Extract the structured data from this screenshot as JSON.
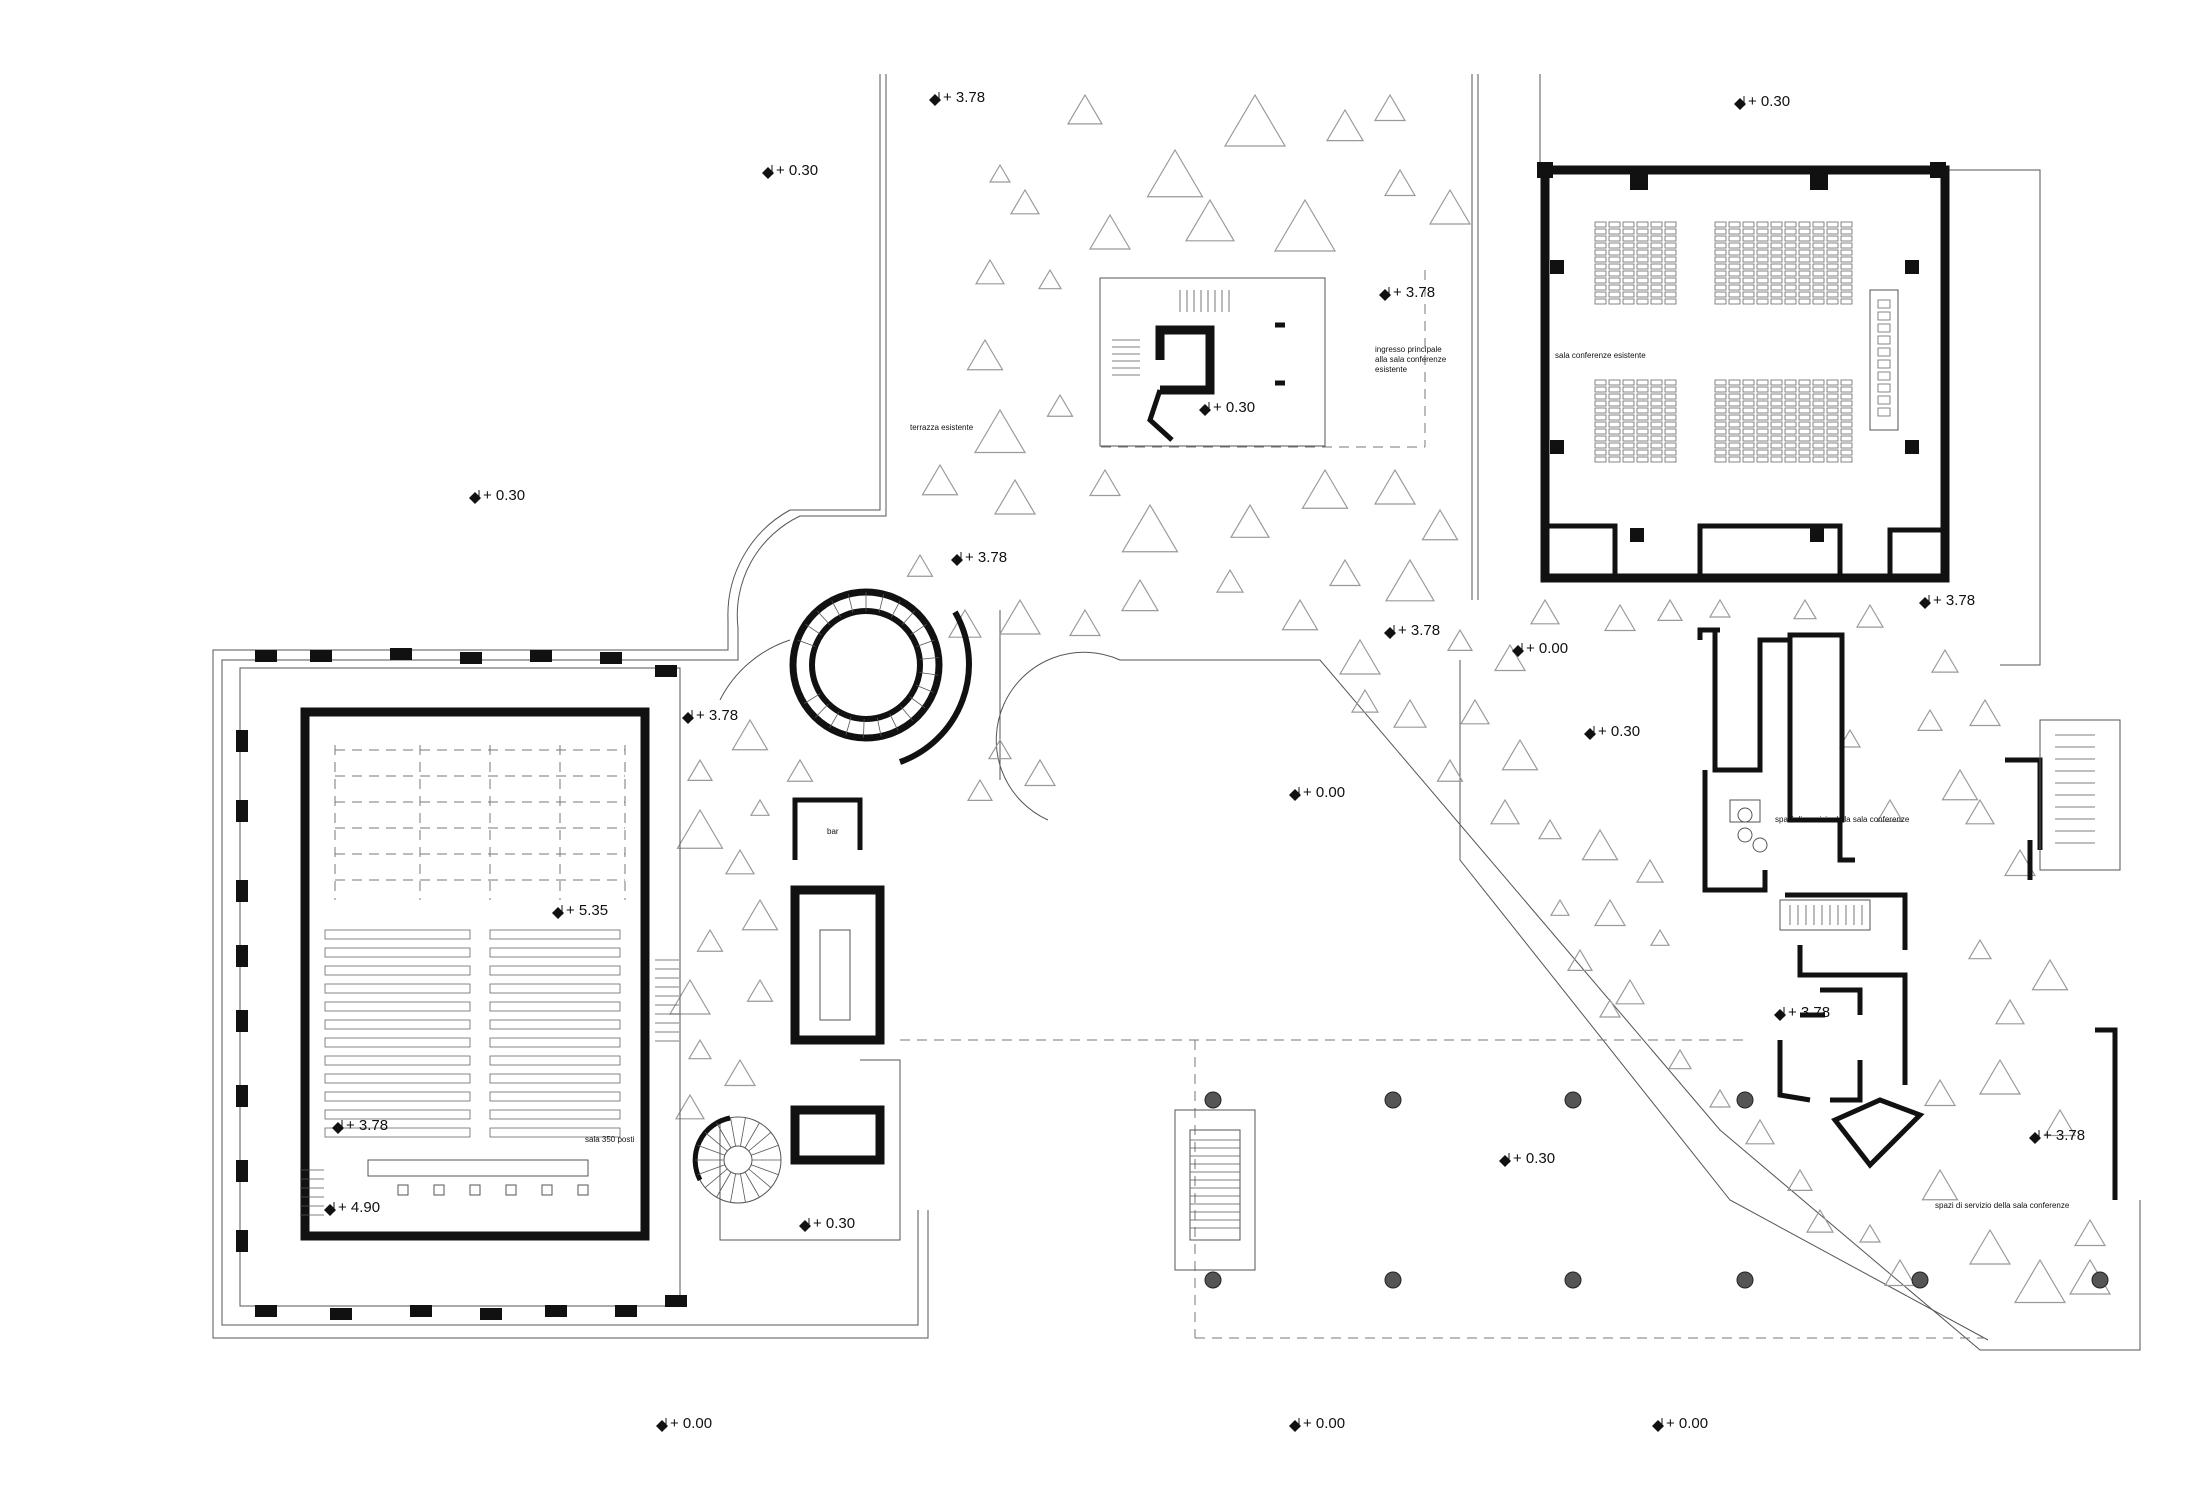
{
  "plan": {
    "level_marks": [
      "+ 3.78",
      "+ 0.30",
      "+ 0.30",
      "+ 3.78",
      "+ 0.30",
      "+ 0.30",
      "+ 3.78",
      "+ 3.78",
      "+ 3.78",
      "+ 3.78",
      "+ 0.00",
      "+ 0.30",
      "+ 0.00",
      "+ 5.35",
      "+ 3.78",
      "+ 4.90",
      "+ 0.30",
      "+ 3.78",
      "+ 0.30",
      "+ 3.78",
      "+ 0.00",
      "+ 0.00",
      "+ 0.00"
    ],
    "room_labels": {
      "terrazza": "terrazza esistente",
      "ingresso_1": "ingresso principale",
      "ingresso_2": "alla sala conferenze",
      "ingresso_3": "esistente",
      "sala_conferenze": "sala conferenze esistente",
      "servizio_1": "spazi di servizio della sala conferenze",
      "servizio_2": "spazi di servizio della sala conferenze",
      "bar": "bar",
      "sala_350": "sala 350 posti"
    },
    "colors": {
      "walls": "#111111",
      "hatch": "#9a9a9a",
      "lines": "#555555"
    }
  }
}
